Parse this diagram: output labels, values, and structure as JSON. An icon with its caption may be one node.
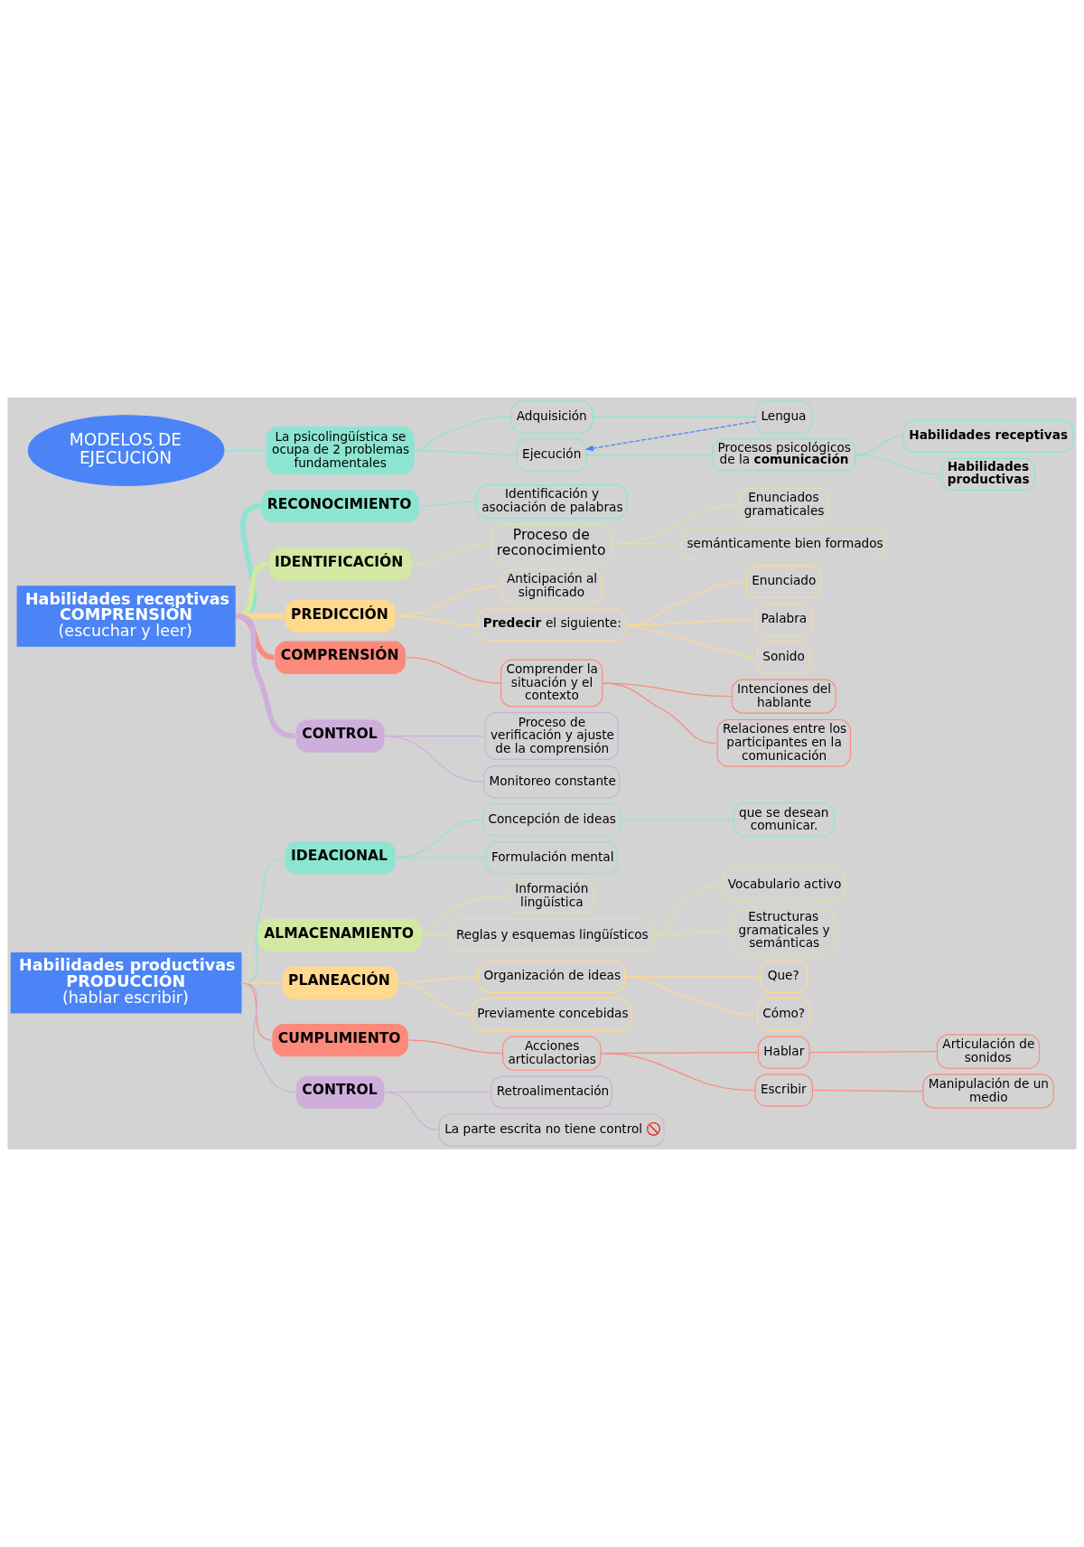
{
  "diagram": {
    "nodes": [
      {
        "text": [
          "MODELOS DE EJECUCIÓN"
        ]
      },
      {
        "text": [
          "La psicolingüística se ocupa de 2 problemas fundamentales"
        ]
      },
      {
        "text": [
          "Adquisición"
        ]
      },
      {
        "text": [
          "Lengua"
        ]
      },
      {
        "text": [
          "Ejecución"
        ]
      },
      {
        "text": [
          "Procesos psicológicos de la **comunicación**"
        ]
      },
      {
        "text": [
          "Habilidades receptivas"
        ]
      },
      {
        "text": [
          "Habilidades productivas"
        ]
      },
      {
        "text": [
          "Habilidades receptivas COMPRENSIÓN",
          "(escuchar y leer)"
        ]
      },
      {
        "text": [
          "RECONOCIMIENTO"
        ]
      },
      {
        "text": [
          "Identificación y asociación de palabras"
        ]
      },
      {
        "text": [
          "IDENTIFICACIÓN"
        ]
      },
      {
        "text": [
          "Proceso de reconocimiento"
        ]
      },
      {
        "text": [
          "Enunciados gramaticales"
        ]
      },
      {
        "text": [
          "semánticamente bien formados"
        ]
      },
      {
        "text": [
          "PREDICCIÓN"
        ]
      },
      {
        "text": [
          "Anticipación al significado"
        ]
      },
      {
        "text": [
          "**Predecir** el siguiente:"
        ]
      },
      {
        "text": [
          "Enunciado"
        ]
      },
      {
        "text": [
          "Palabra"
        ]
      },
      {
        "text": [
          "Sonido"
        ]
      },
      {
        "text": [
          "COMPRENSIÓN"
        ]
      },
      {
        "text": [
          "Comprender la situación y el contexto"
        ]
      },
      {
        "text": [
          "Intenciones del hablante"
        ]
      },
      {
        "text": [
          "Relaciones entre los participantes en la comunicación"
        ]
      },
      {
        "text": [
          "CONTROL"
        ]
      },
      {
        "text": [
          "Proceso de verificación y ajuste de la comprensión"
        ]
      },
      {
        "text": [
          "Monitoreo constante"
        ]
      },
      {
        "text": [
          "Habilidades productivas PRODUCCIÓN",
          "(hablar escribir)"
        ]
      },
      {
        "text": [
          "IDEACIONAL"
        ]
      },
      {
        "text": [
          "Concepción de ideas"
        ]
      },
      {
        "text": [
          "que se desean comunicar."
        ]
      },
      {
        "text": [
          "Formulación mental"
        ]
      },
      {
        "text": [
          "ALMACENAMIENTO"
        ]
      },
      {
        "text": [
          "Información lingüística"
        ]
      },
      {
        "text": [
          "Reglas y esquemas lingüísticos"
        ]
      },
      {
        "text": [
          "Vocabulario activo"
        ]
      },
      {
        "text": [
          "Estructuras gramaticales y semánticas"
        ]
      },
      {
        "text": [
          "PLANEACIÓN"
        ]
      },
      {
        "text": [
          "Organización de ideas"
        ]
      },
      {
        "text": [
          "Que?"
        ]
      },
      {
        "text": [
          "Cómo?"
        ]
      },
      {
        "text": [
          "Previamente concebidas"
        ]
      },
      {
        "text": [
          "CUMPLIMIENTO"
        ]
      },
      {
        "text": [
          "Acciones articulactorias"
        ]
      },
      {
        "text": [
          "Hablar"
        ]
      },
      {
        "text": [
          "Articulación de sonidos"
        ]
      },
      {
        "text": [
          "Escribir"
        ]
      },
      {
        "text": [
          "Manipulación de un medio"
        ]
      },
      {
        "text": [
          "CONTROL"
        ]
      },
      {
        "text": [
          "Retroalimentación"
        ]
      },
      {
        "text": [
          "La parte escrita no tiene control 🚫"
        ]
      }
    ],
    "edges": [
      {
        "from": 0,
        "to": 1,
        "arrow": "none",
        "color": "#8ce5d1"
      },
      {
        "from": 1,
        "to": 2,
        "arrow": "none",
        "color": "#8ce5d1"
      },
      {
        "from": 2,
        "to": 3,
        "arrow": "none",
        "color": "#8ce5d1"
      },
      {
        "from": 1,
        "to": 4,
        "arrow": "none",
        "color": "#8ce5d1"
      },
      {
        "from": 3,
        "to": 4,
        "arrow": "to",
        "style": "dashed",
        "color": "#4a84f6"
      },
      {
        "from": 4,
        "to": 5,
        "arrow": "none",
        "color": "#8ce5d1"
      },
      {
        "from": 5,
        "to": 6,
        "arrow": "none",
        "color": "#8ce5d1"
      },
      {
        "from": 5,
        "to": 7,
        "arrow": "none",
        "color": "#8ce5d1"
      },
      {
        "from": 8,
        "to": 9,
        "arrow": "none",
        "style": "thick",
        "color": "#8ce5d1"
      },
      {
        "from": 9,
        "to": 10,
        "arrow": "none",
        "color": "#8ce5d1"
      },
      {
        "from": 8,
        "to": 11,
        "arrow": "none",
        "style": "thick",
        "color": "#d3e8a2"
      },
      {
        "from": 11,
        "to": 12,
        "arrow": "none",
        "color": "#d3e8a2"
      },
      {
        "from": 12,
        "to": 13,
        "arrow": "none",
        "color": "#d3e8a2"
      },
      {
        "from": 12,
        "to": 14,
        "arrow": "none",
        "color": "#d3e8a2"
      },
      {
        "from": 8,
        "to": 15,
        "arrow": "none",
        "style": "thick",
        "color": "#ffd98e"
      },
      {
        "from": 15,
        "to": 16,
        "arrow": "none",
        "color": "#ffd98e"
      },
      {
        "from": 15,
        "to": 17,
        "arrow": "none",
        "color": "#ffd98e"
      },
      {
        "from": 17,
        "to": 18,
        "arrow": "none",
        "color": "#ffd98e"
      },
      {
        "from": 17,
        "to": 19,
        "arrow": "none",
        "color": "#ffd98e"
      },
      {
        "from": 17,
        "to": 20,
        "arrow": "none",
        "color": "#ffd98e"
      },
      {
        "from": 8,
        "to": 21,
        "arrow": "none",
        "style": "thick",
        "color": "#fb8a7b"
      },
      {
        "from": 21,
        "to": 22,
        "arrow": "none",
        "color": "#fb8a7b"
      },
      {
        "from": 22,
        "to": 23,
        "arrow": "none",
        "color": "#fb8a7b"
      },
      {
        "from": 22,
        "to": 24,
        "arrow": "none",
        "color": "#fb8a7b"
      },
      {
        "from": 8,
        "to": 25,
        "arrow": "none",
        "style": "thick",
        "color": "#ceafdc"
      },
      {
        "from": 25,
        "to": 26,
        "arrow": "none",
        "color": "#ceafdc"
      },
      {
        "from": 25,
        "to": 27,
        "arrow": "none",
        "color": "#ceafdc"
      },
      {
        "from": 28,
        "to": 29,
        "arrow": "none",
        "color": "#8ce5d1"
      },
      {
        "from": 29,
        "to": 30,
        "arrow": "none",
        "color": "#8ce5d1"
      },
      {
        "from": 30,
        "to": 31,
        "arrow": "none",
        "color": "#8ce5d1"
      },
      {
        "from": 29,
        "to": 32,
        "arrow": "none",
        "color": "#8ce5d1"
      },
      {
        "from": 28,
        "to": 33,
        "arrow": "none",
        "color": "#d3e8a2"
      },
      {
        "from": 33,
        "to": 34,
        "arrow": "none",
        "color": "#d3e8a2"
      },
      {
        "from": 33,
        "to": 35,
        "arrow": "none",
        "color": "#d3e8a2"
      },
      {
        "from": 35,
        "to": 36,
        "arrow": "none",
        "color": "#d3e8a2"
      },
      {
        "from": 35,
        "to": 37,
        "arrow": "none",
        "color": "#d3e8a2"
      },
      {
        "from": 28,
        "to": 38,
        "arrow": "none",
        "color": "#ffd98e"
      },
      {
        "from": 38,
        "to": 39,
        "arrow": "none",
        "color": "#ffd98e"
      },
      {
        "from": 39,
        "to": 40,
        "arrow": "none",
        "color": "#ffd98e"
      },
      {
        "from": 39,
        "to": 41,
        "arrow": "none",
        "color": "#ffd98e"
      },
      {
        "from": 38,
        "to": 42,
        "arrow": "none",
        "color": "#ffd98e"
      },
      {
        "from": 28,
        "to": 43,
        "arrow": "none",
        "color": "#fb8a7b"
      },
      {
        "from": 43,
        "to": 44,
        "arrow": "none",
        "color": "#fb8a7b"
      },
      {
        "from": 44,
        "to": 45,
        "arrow": "none",
        "color": "#fb8a7b"
      },
      {
        "from": 45,
        "to": 46,
        "arrow": "none",
        "color": "#fb8a7b"
      },
      {
        "from": 44,
        "to": 47,
        "arrow": "none",
        "color": "#fb8a7b"
      },
      {
        "from": 47,
        "to": 48,
        "arrow": "none",
        "color": "#fb8a7b"
      },
      {
        "from": 28,
        "to": 49,
        "arrow": "none",
        "color": "#ceafdc"
      },
      {
        "from": 49,
        "to": 50,
        "arrow": "none",
        "color": "#ceafdc"
      },
      {
        "from": 49,
        "to": 51,
        "arrow": "none",
        "color": "#ceafdc"
      }
    ]
  }
}
